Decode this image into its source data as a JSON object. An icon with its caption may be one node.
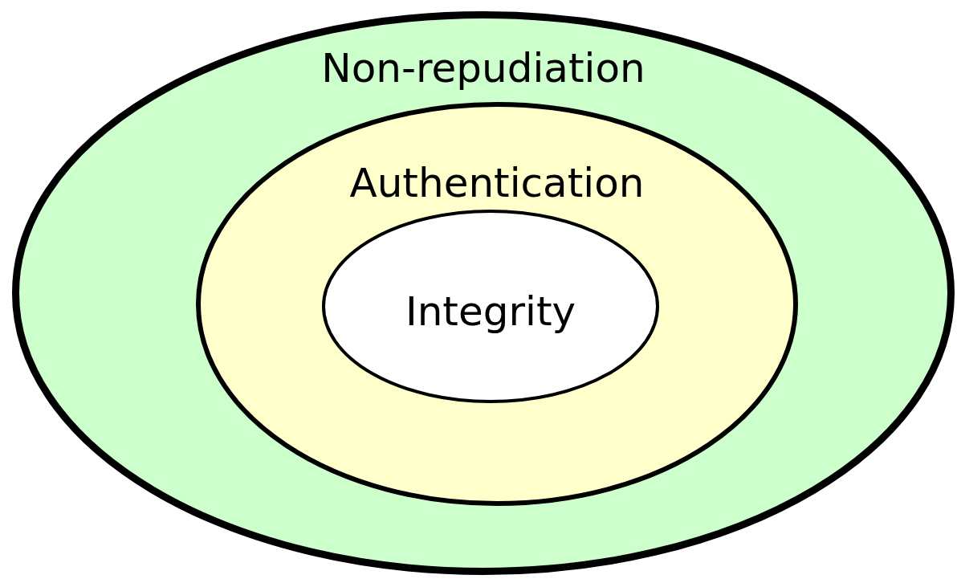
{
  "diagram": {
    "nodes": [
      {
        "text": [
          "Non-repudiation"
        ]
      },
      {
        "text": [
          "Authentication"
        ],
        "in": 0
      },
      {
        "text": [
          "Integrity"
        ],
        "in": 1
      }
    ]
  }
}
